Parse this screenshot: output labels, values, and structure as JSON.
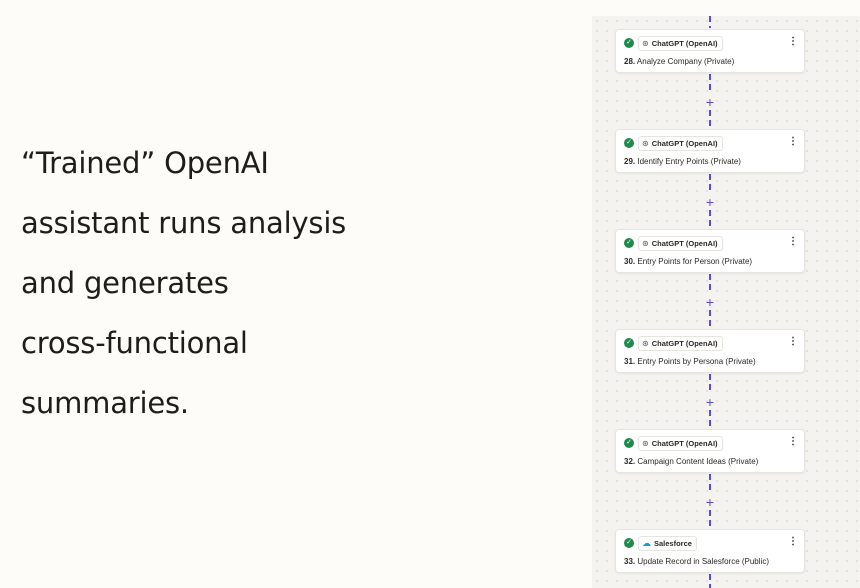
{
  "headline": {
    "lines": [
      "“Trained” OpenAI",
      "assistant runs analysis",
      "and generates",
      "cross-functional",
      "summaries."
    ]
  },
  "workflow": {
    "steps": [
      {
        "app": "ChatGPT (OpenAI)",
        "app_icon": "openai-icon",
        "number": "28.",
        "title": "Analyze Company (Private)"
      },
      {
        "app": "ChatGPT (OpenAI)",
        "app_icon": "openai-icon",
        "number": "29.",
        "title": "Identify Entry Points (Private)"
      },
      {
        "app": "ChatGPT (OpenAI)",
        "app_icon": "openai-icon",
        "number": "30.",
        "title": "Entry Points for Person (Private)"
      },
      {
        "app": "ChatGPT (OpenAI)",
        "app_icon": "openai-icon",
        "number": "31.",
        "title": "Entry Points by Persona (Private)"
      },
      {
        "app": "ChatGPT (OpenAI)",
        "app_icon": "openai-icon",
        "number": "32.",
        "title": "Campaign Content Ideas (Private)"
      },
      {
        "app": "Salesforce",
        "app_icon": "salesforce-cloud-icon",
        "number": "33.",
        "title": "Update Record in Salesforce (Public)"
      }
    ],
    "add_glyph": "+",
    "menu_glyph": "⋮",
    "status_glyph": "✓"
  },
  "colors": {
    "background": "#fdfcf8",
    "connector": "#5b4bdb",
    "success": "#1f8a4c",
    "salesforce": "#1a9bd7"
  }
}
